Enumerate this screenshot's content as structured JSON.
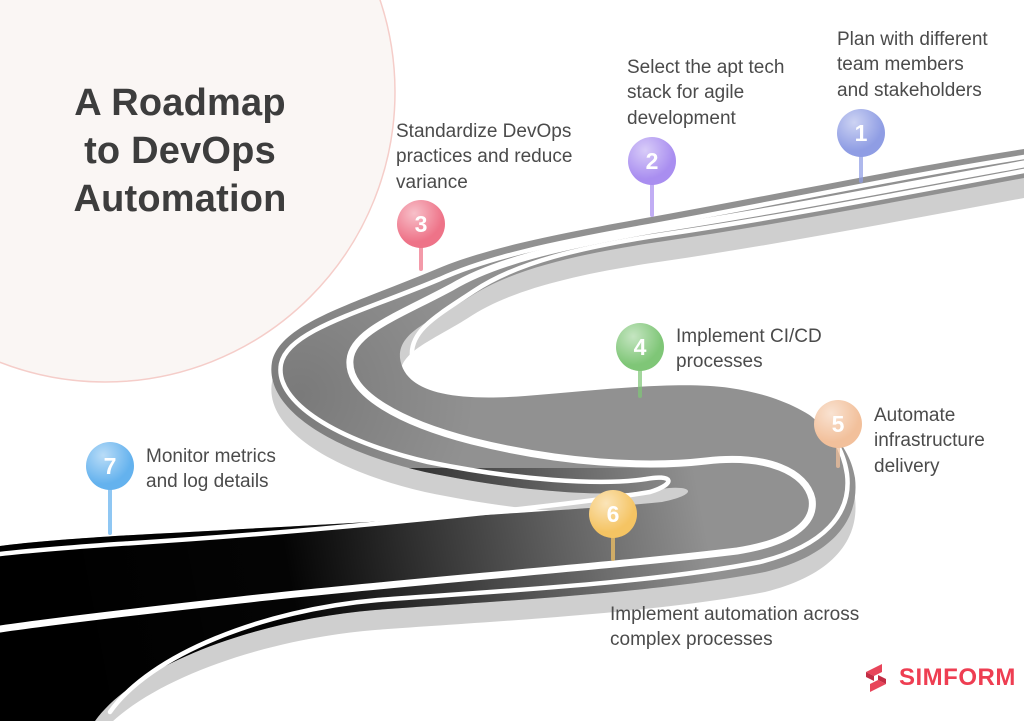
{
  "title": "A Roadmap to DevOps Automation",
  "brand": {
    "name": "SIMFORM",
    "color": "#ee3e52"
  },
  "road": {
    "surface_color": "#919191",
    "dark_color": "#000000",
    "side_color": "#cfcfcf",
    "line_color": "#ffffff",
    "circle_fill": "#faf6f4",
    "circle_stroke": "#f5cdc9"
  },
  "steps": [
    {
      "number": "1",
      "label": "Plan with different team members and stakeholders",
      "color": "#8f9de4"
    },
    {
      "number": "2",
      "label": "Select the apt tech stack for agile development",
      "color": "#a98ef0"
    },
    {
      "number": "3",
      "label": "Standardize DevOps practices and reduce variance",
      "color": "#ee7388"
    },
    {
      "number": "4",
      "label": "Implement CI/CD processes",
      "color": "#7fc677"
    },
    {
      "number": "5",
      "label": "Automate infrastructure delivery",
      "color": "#f2c09b"
    },
    {
      "number": "6",
      "label": "Implement automation across complex processes",
      "color": "#f5c463"
    },
    {
      "number": "7",
      "label": "Monitor metrics and log details",
      "color": "#64b2ee"
    }
  ]
}
